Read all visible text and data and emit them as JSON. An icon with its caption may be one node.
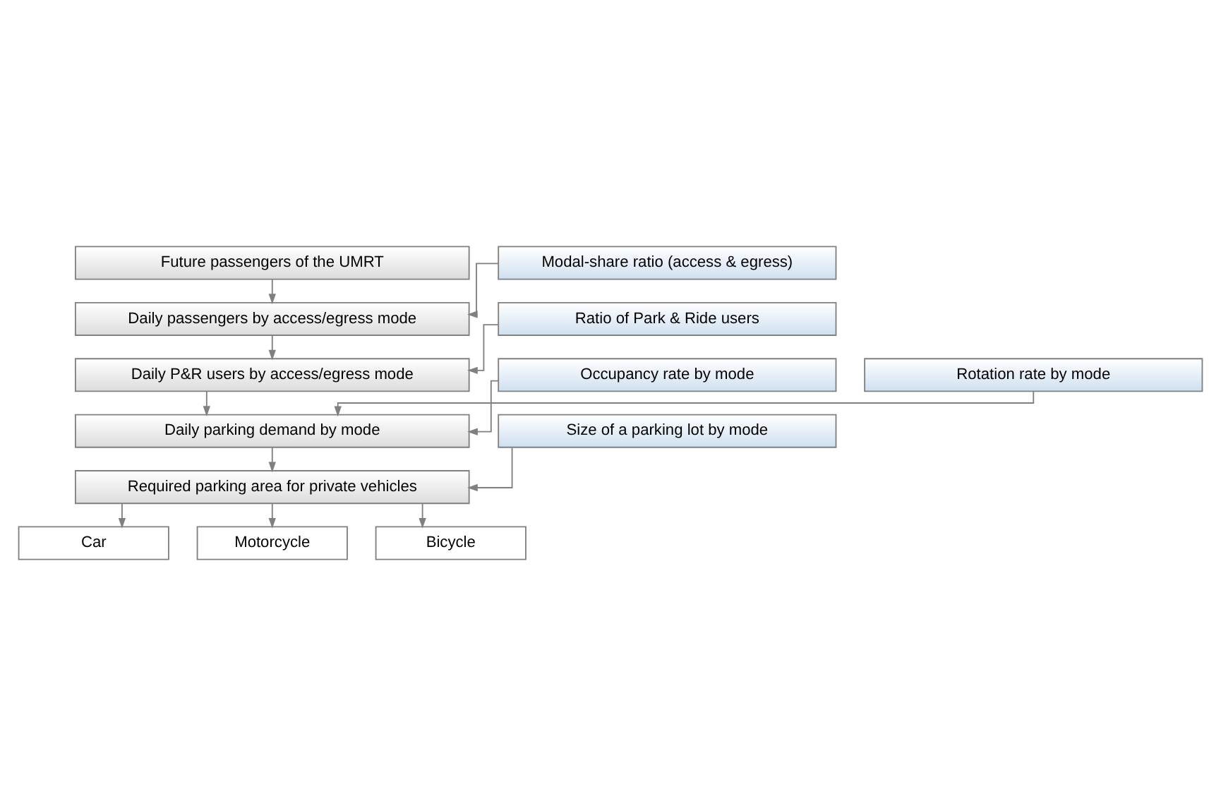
{
  "diagram": {
    "nodes": [
      {
        "text": [
          "Future passengers of the UMRT"
        ]
      },
      {
        "text": [
          "Modal-share ratio (access & egress)"
        ]
      },
      {
        "text": [
          "Daily passengers by access/egress mode"
        ]
      },
      {
        "text": [
          "Ratio of Park & Ride users"
        ]
      },
      {
        "text": [
          "Daily P&R users by access/egress mode"
        ]
      },
      {
        "text": [
          "Occupancy rate by mode"
        ]
      },
      {
        "text": [
          "Rotation rate by mode"
        ]
      },
      {
        "text": [
          "Daily parking demand by mode"
        ]
      },
      {
        "text": [
          "Size of a parking lot by mode"
        ]
      },
      {
        "text": [
          "Required parking area for private vehicles"
        ]
      },
      {
        "text": [
          "Car"
        ]
      },
      {
        "text": [
          "Motorcycle"
        ]
      },
      {
        "text": [
          "Bicycle"
        ]
      }
    ],
    "edges": [
      {
        "from": 0,
        "to": 2,
        "arrow": "to"
      },
      {
        "from": 1,
        "to": 2,
        "arrow": "to"
      },
      {
        "from": 2,
        "to": 4,
        "arrow": "to"
      },
      {
        "from": 3,
        "to": 4,
        "arrow": "to"
      },
      {
        "from": 4,
        "to": 7,
        "arrow": "to"
      },
      {
        "from": 5,
        "to": 7,
        "arrow": "to"
      },
      {
        "from": 6,
        "to": 7,
        "arrow": "to"
      },
      {
        "from": 7,
        "to": 9,
        "arrow": "to"
      },
      {
        "from": 8,
        "to": 9,
        "arrow": "to"
      },
      {
        "from": 9,
        "to": 10,
        "arrow": "to"
      },
      {
        "from": 9,
        "to": 11,
        "arrow": "to"
      },
      {
        "from": 9,
        "to": 12,
        "arrow": "to"
      }
    ]
  }
}
